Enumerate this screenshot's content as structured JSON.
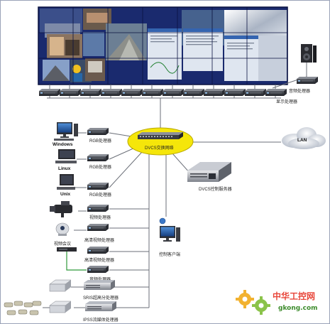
{
  "nodes": {
    "audio_processor": "音频处理器",
    "display_processor": "显示处理器",
    "lan": "LAN",
    "dvcs_switch": "DVCS交换网络",
    "windows": "Windows",
    "linux": "Linux",
    "unix": "Unix",
    "rgb_processor_1": "RGB处理器",
    "rgb_processor_2": "RGB处理器",
    "rgb_processor_3": "RGB处理器",
    "video_processor": "视频处理器",
    "video_conference": "视频会议",
    "hd_video_processor_1": "高清视频处理器",
    "hd_video_processor_2": "高清视频处理器",
    "audio_processor_2": "音频处理器",
    "dvcs_control_server": "DVCS控制服务器",
    "control_client": "控制客户端",
    "sris_processor": "SRIS超高分处理器",
    "ipss_processor": "IPSS流媒体处理器"
  },
  "watermark": {
    "brand": "中华工控网",
    "domain": "gkong.com"
  },
  "colors": {
    "switch_fill": "#f5e60a",
    "line": "#6b6f78",
    "green_link": "#2f9a3a"
  }
}
